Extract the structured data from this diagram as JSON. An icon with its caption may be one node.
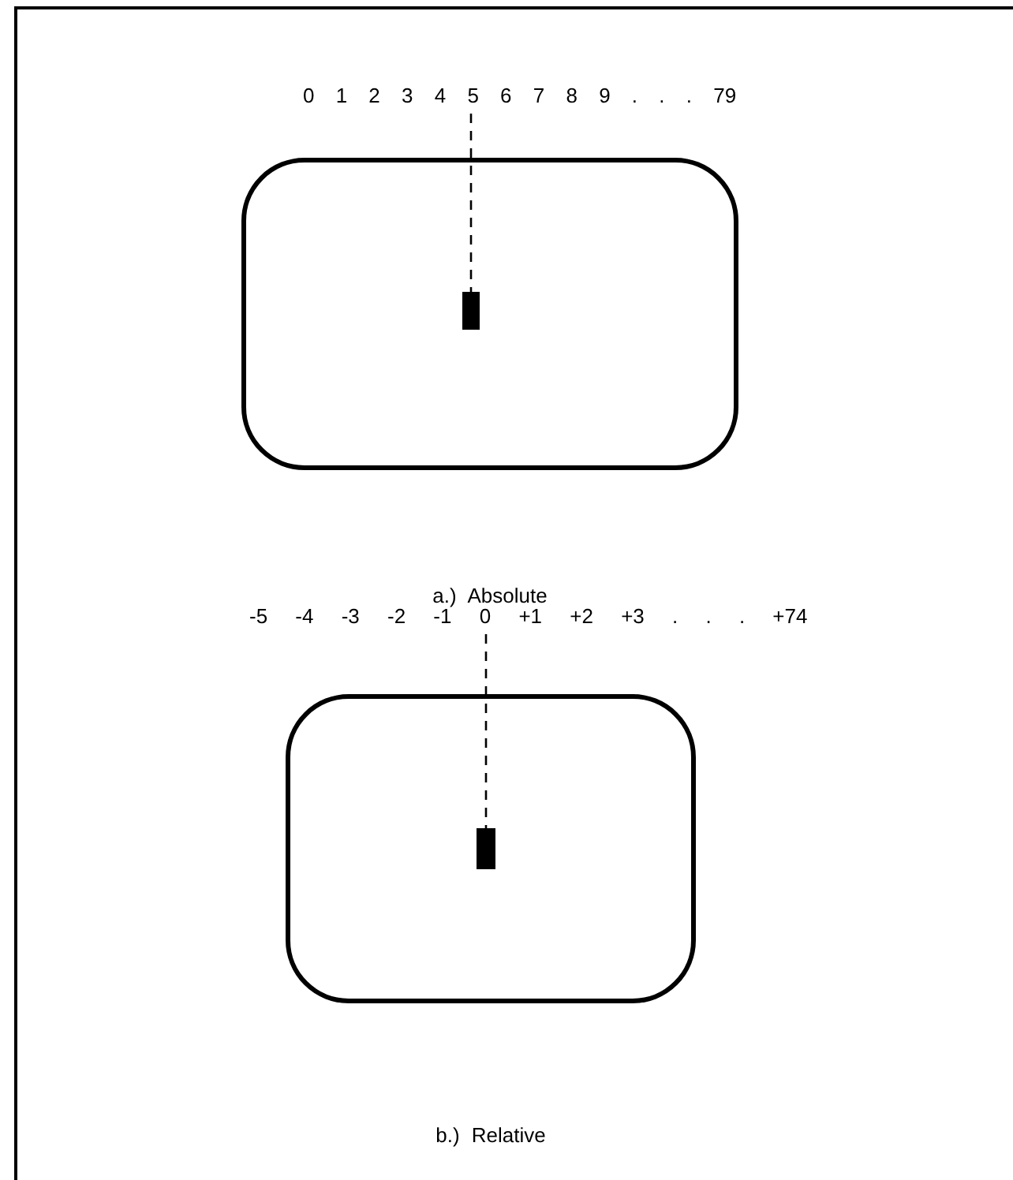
{
  "diagram": {
    "nodes": [
      {
        "text": [
          "0 1 2 3 4 5 6 7 8 9 . . . 79"
        ]
      },
      {
        "text": [],
        "shape": "box"
      },
      {
        "text": [],
        "shape": "bar",
        "in": 1
      },
      {
        "text": [
          "-5 -4 -3 -2 -1 0 +1 +2 +3 . . . +74"
        ]
      },
      {
        "text": [],
        "shape": "box"
      },
      {
        "text": [],
        "shape": "bar",
        "in": 4
      }
    ],
    "edges": [
      {
        "from": 0,
        "to": 2,
        "arrow": "none",
        "style": "dashed"
      },
      {
        "from": 3,
        "to": 5,
        "arrow": "none",
        "style": "dashed"
      }
    ],
    "labels": [
      "a.) Absolute",
      "b.) Relative"
    ]
  }
}
